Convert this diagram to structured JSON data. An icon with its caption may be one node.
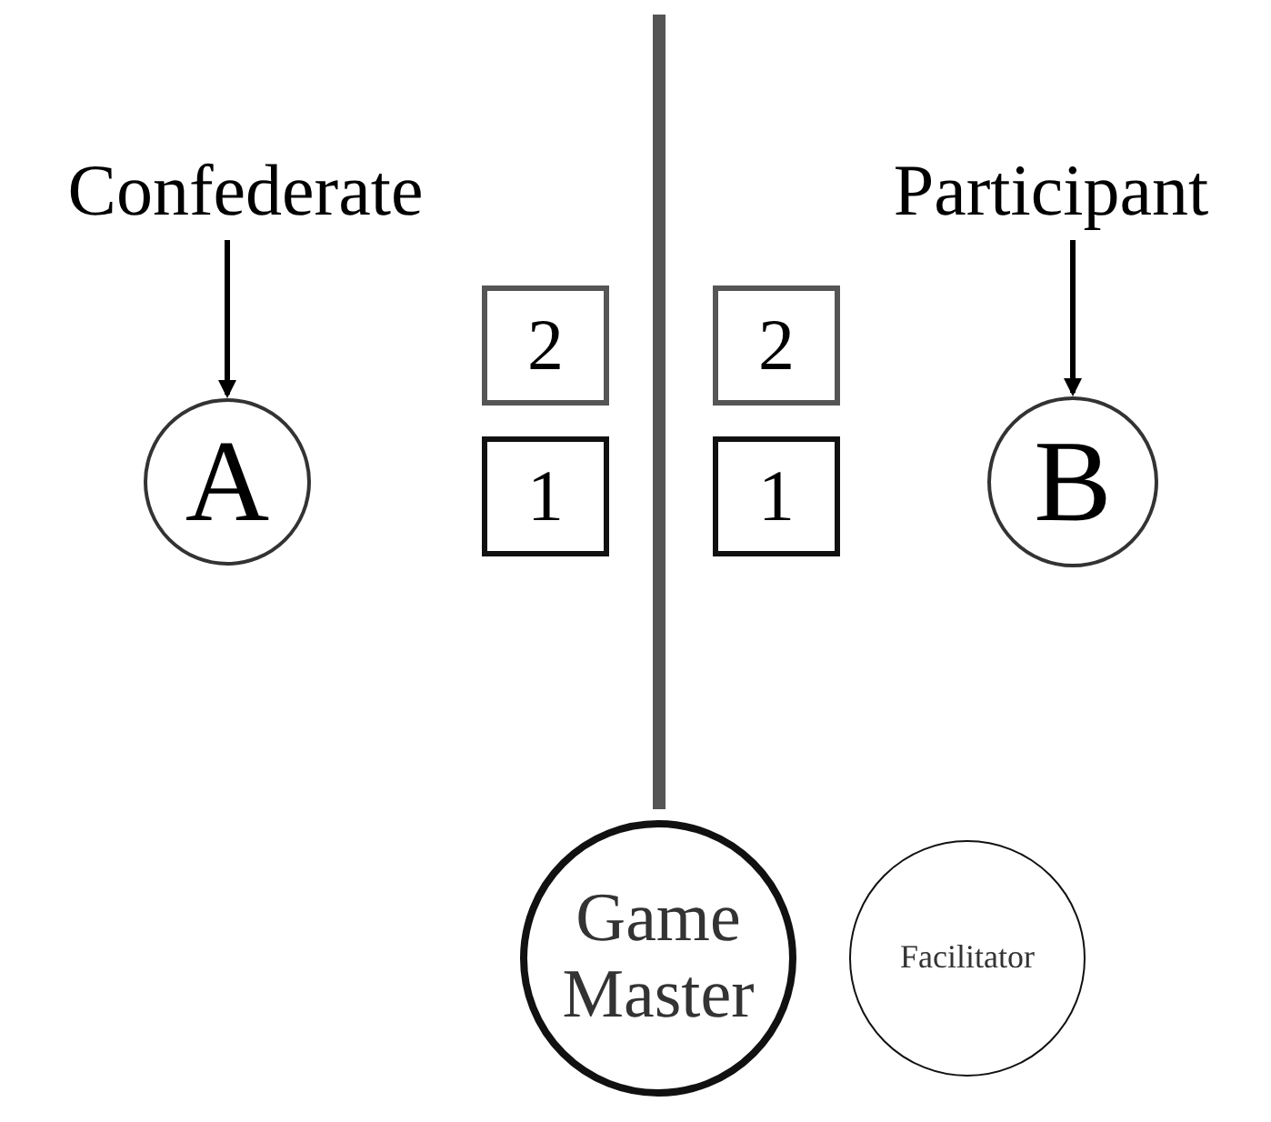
{
  "diagram": {
    "nodes": [
      {
        "text": [
          "Confederate"
        ]
      },
      {
        "text": [
          "Participant"
        ]
      },
      {
        "text": [
          "A"
        ]
      },
      {
        "text": [
          "2"
        ]
      },
      {
        "text": [
          "2"
        ]
      },
      {
        "text": [
          "B"
        ]
      },
      {
        "text": [
          "1"
        ]
      },
      {
        "text": [
          "1"
        ]
      },
      {
        "text": [
          "Game Master"
        ]
      },
      {
        "text": [
          "Facilitator"
        ]
      }
    ],
    "edges": [
      {
        "from": 0,
        "to": 2,
        "arrow": "to"
      },
      {
        "from": 1,
        "to": 5,
        "arrow": "to"
      }
    ]
  }
}
